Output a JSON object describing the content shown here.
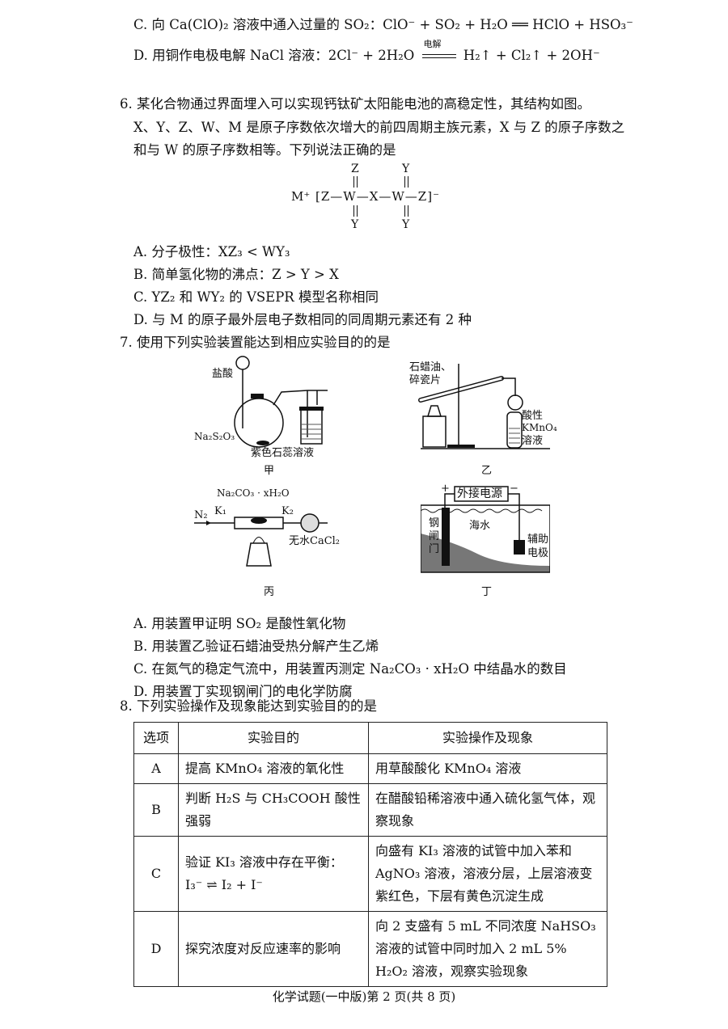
{
  "q5": {
    "optC": "C. 向 Ca(ClO)₂ 溶液中通入过量的 SO₂：ClO⁻ + SO₂ + H₂O ══ HClO + HSO₃⁻",
    "optD_prefix": "D. 用铜作电极电解 NaCl 溶液：2Cl⁻ + 2H₂O",
    "optD_condition": "电解",
    "optD_suffix": "H₂↑ + Cl₂↑ + 2OH⁻"
  },
  "q6": {
    "line1": "6. 某化合物通过界面埋入可以实现钙钛矿太阳能电池的高稳定性，其结构如图。",
    "line2": "X、Y、Z、W、M 是原子序数依次增大的前四周期主族元素，X 与 Z 的原子序数之",
    "line3": "和与 W 的原子序数相等。下列说法正确的是",
    "structure": {
      "cation": "M⁺",
      "chain": "[Z—W—X—W—Z]⁻",
      "top_left": "Z",
      "top_right": "Y",
      "bottom_left": "Y",
      "bottom_right": "Y"
    },
    "options": [
      "A. 分子极性：XZ₃ < WY₃",
      "B. 简单氢化物的沸点：Z > Y > X",
      "C. YZ₂ 和 WY₂ 的 VSEPR 模型名称相同",
      "D. 与 M 的原子最外层电子数相同的同周期元素还有 2 种"
    ]
  },
  "q7": {
    "stem": "7. 使用下列实验装置能达到相应实验目的的是",
    "figures": {
      "jia": {
        "caption": "甲",
        "labels": [
          "盐酸",
          "Na₂S₂O₃",
          "紫色石蕊溶液"
        ]
      },
      "yi": {
        "caption": "乙",
        "labels": [
          "石蜡油、",
          "碎瓷片",
          "酸性",
          "KMnO₄",
          "溶液"
        ]
      },
      "bing": {
        "caption": "丙",
        "labels": [
          "Na₂CO₃ · xH₂O",
          "N₂",
          "K₁",
          "K₂",
          "无水CaCl₂"
        ]
      },
      "ding": {
        "caption": "丁",
        "labels": [
          "外接电源",
          "+",
          "−",
          "海水",
          "钢",
          "闸",
          "门",
          "辅助",
          "电极"
        ]
      }
    },
    "options": [
      "A. 用装置甲证明 SO₂ 是酸性氧化物",
      "B. 用装置乙验证石蜡油受热分解产生乙烯",
      "C. 在氮气的稳定气流中，用装置丙测定 Na₂CO₃ · xH₂O 中结晶水的数目",
      "D. 用装置丁实现钢闸门的电化学防腐"
    ]
  },
  "q8": {
    "stem": "8. 下列实验操作及现象能达到实验目的的是",
    "headers": [
      "选项",
      "实验目的",
      "实验操作及现象"
    ],
    "rows": [
      {
        "option": "A",
        "goal": "提高 KMnO₄ 溶液的氧化性",
        "operation": "用草酸酸化 KMnO₄ 溶液"
      },
      {
        "option": "B",
        "goal": "判断 H₂S 与 CH₃COOH 酸性强弱",
        "operation": "在醋酸铅稀溶液中通入硫化氢气体，观察现象"
      },
      {
        "option": "C",
        "goal": "验证 KI₃ 溶液中存在平衡：",
        "goal2": "I₃⁻ ⇌ I₂ + I⁻",
        "operation": "向盛有 KI₃ 溶液的试管中加入苯和 AgNO₃ 溶液，溶液分层，上层溶液变紫红色，下层有黄色沉淀生成"
      },
      {
        "option": "D",
        "goal": "探究浓度对反应速率的影响",
        "operation": "向 2 支盛有 5 mL 不同浓度 NaHSO₃ 溶液的试管中同时加入 2 mL 5% H₂O₂ 溶液，观察实验现象"
      }
    ]
  },
  "footer": "化学试题(一中版)第 2 页(共 8 页)"
}
